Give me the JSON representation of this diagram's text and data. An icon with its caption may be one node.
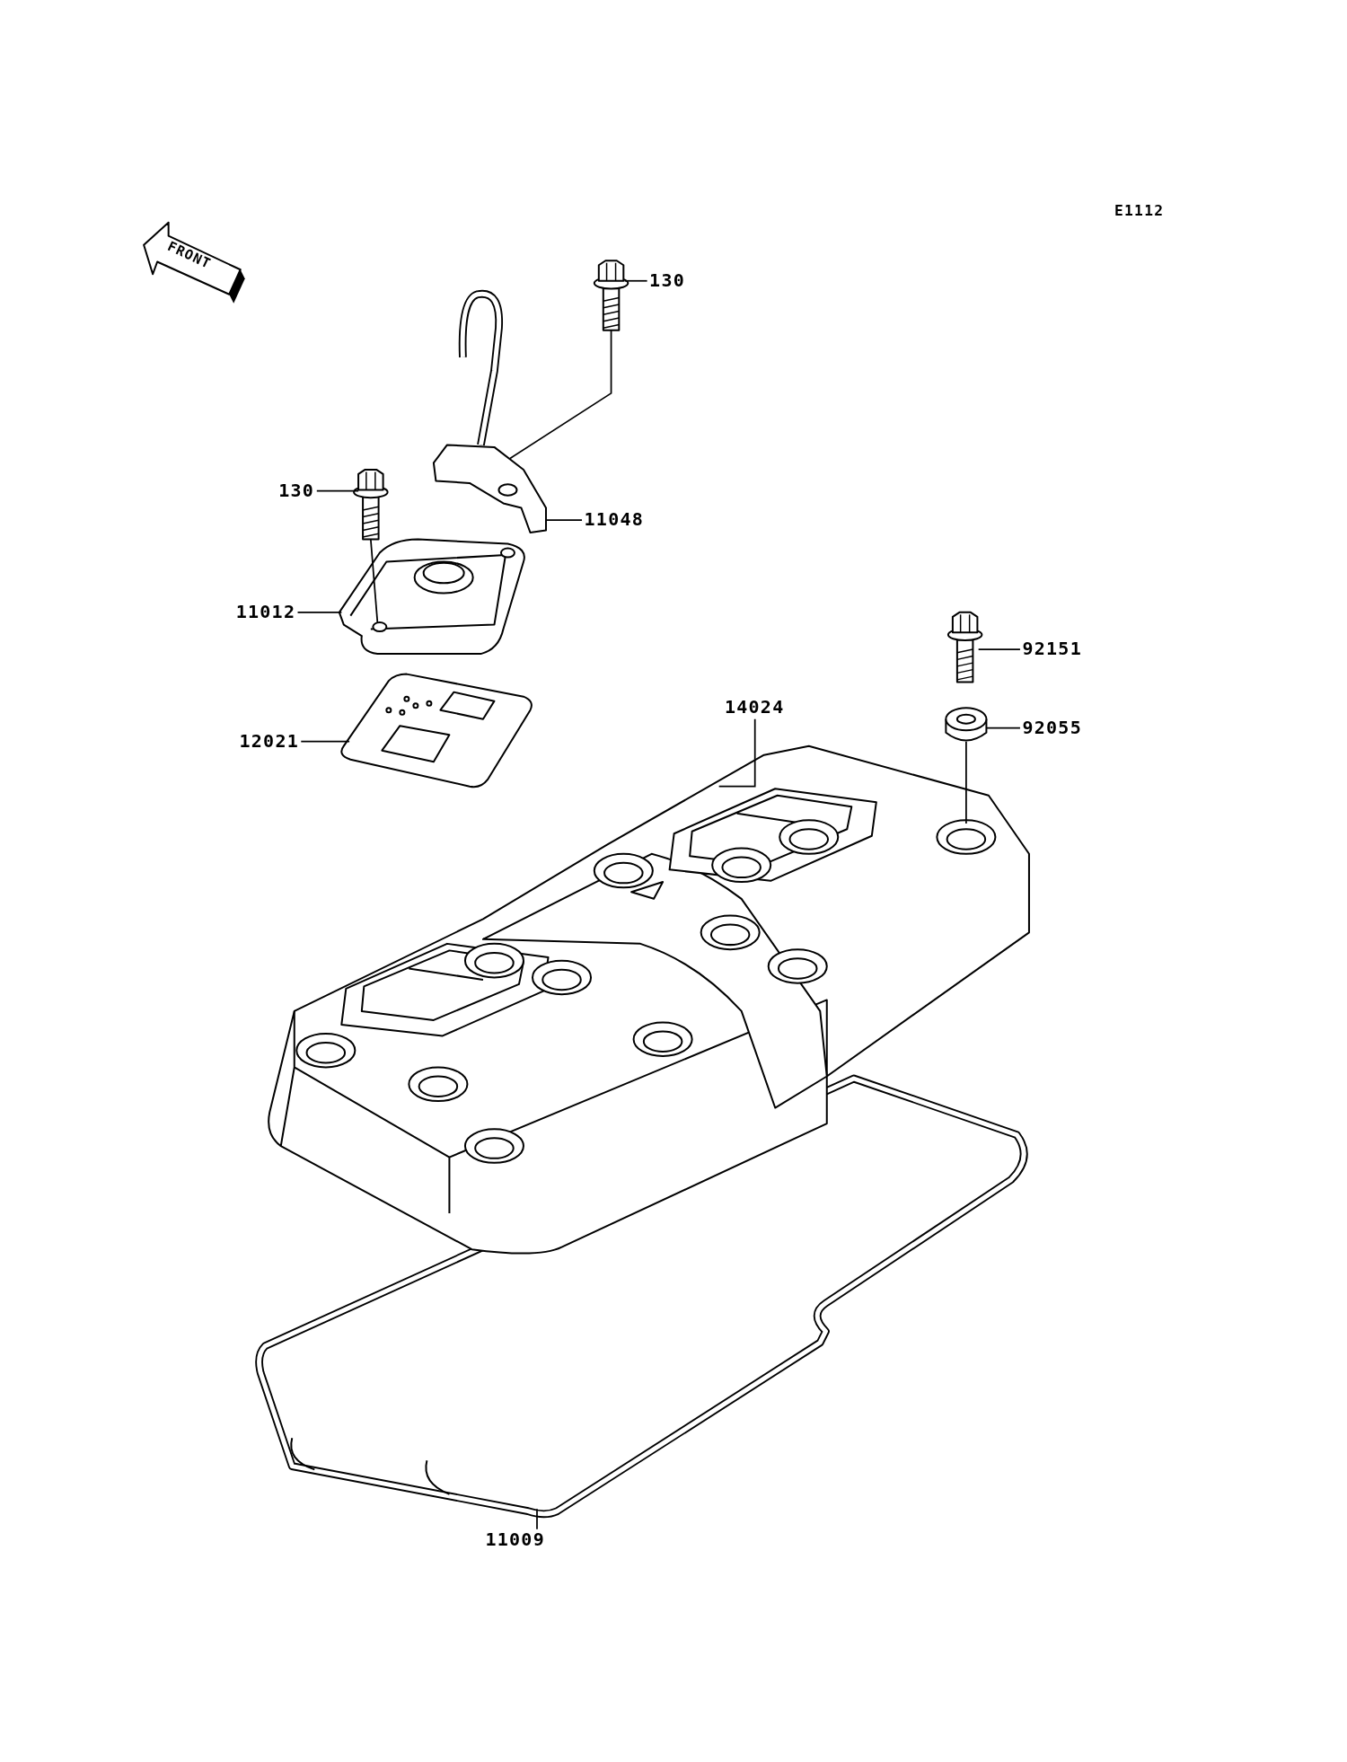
{
  "diagram": {
    "nodes": [
      {
        "text": [
          "130"
        ]
      },
      {
        "text": [],
        "shape": "picture"
      },
      {
        "text": [
          "11048"
        ]
      },
      {
        "text": [],
        "shape": "picture"
      },
      {
        "text": [
          "130"
        ]
      },
      {
        "text": [],
        "shape": "picture"
      },
      {
        "text": [
          "11012"
        ]
      },
      {
        "text": [],
        "shape": "picture"
      },
      {
        "text": [
          "12021"
        ]
      },
      {
        "text": [],
        "shape": "picture"
      },
      {
        "text": [
          "92151"
        ]
      },
      {
        "text": [],
        "shape": "picture"
      },
      {
        "text": [
          "92055"
        ]
      },
      {
        "text": [],
        "shape": "picture"
      },
      {
        "text": [
          "14024"
        ]
      },
      {
        "text": [],
        "shape": "picture"
      },
      {
        "text": [
          "11009"
        ]
      },
      {
        "text": [],
        "shape": "picture"
      }
    ],
    "edges": [
      {
        "from": 0,
        "to": 1,
        "arrow": "none"
      },
      {
        "from": 1,
        "to": 3,
        "arrow": "none"
      },
      {
        "from": 2,
        "to": 3,
        "arrow": "none"
      },
      {
        "from": 4,
        "to": 5,
        "arrow": "none"
      },
      {
        "from": 5,
        "to": 7,
        "arrow": "none"
      },
      {
        "from": 6,
        "to": 7,
        "arrow": "none"
      },
      {
        "from": 8,
        "to": 9,
        "arrow": "none"
      },
      {
        "from": 10,
        "to": 11,
        "arrow": "none"
      },
      {
        "from": 12,
        "to": 13,
        "arrow": "none"
      },
      {
        "from": 13,
        "to": 15,
        "arrow": "none"
      },
      {
        "from": 14,
        "to": 15,
        "arrow": "none"
      },
      {
        "from": 16,
        "to": 17,
        "arrow": "none"
      }
    ],
    "labels": [
      "E1112",
      "FRONT"
    ]
  }
}
